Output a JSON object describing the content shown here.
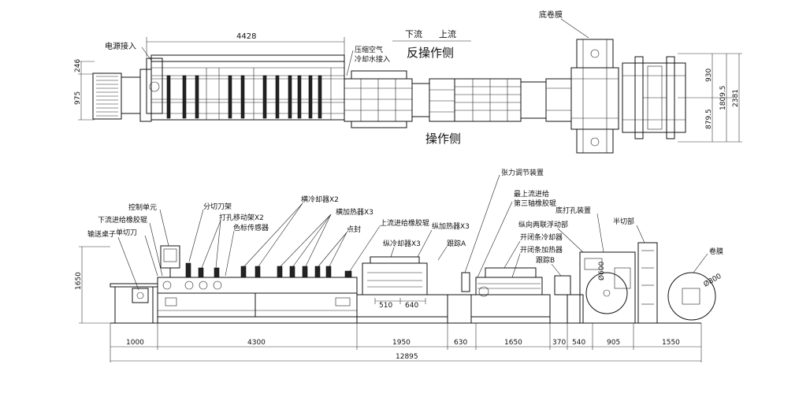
{
  "plan_view": {
    "dim_top": "4428",
    "dim_left_upper": "246",
    "dim_left_lower": "975",
    "dim_right_930": "930",
    "dim_right_1809": "1809.5",
    "dim_right_879": "879.5",
    "dim_right_total": "2381",
    "flow_downstream": "下流",
    "flow_upstream": "上流",
    "reverse_operation_side": "反操作侧",
    "operation_side": "操作侧",
    "labels": {
      "power_input": "电源接入",
      "compressed_air": "压缩空气",
      "cooling_water": "冷却水接入",
      "bottom_film": "底卷膜"
    }
  },
  "elevation_view": {
    "height_dim": "1650",
    "labels": {
      "control_unit": "控制单元",
      "downstream_rubber_roll": "下流进给橡胶辊",
      "conveyor_table": "输送桌子",
      "single_cutter": "单切刀",
      "slitting_knife_frame": "分切刀架",
      "punch_mover": "打孔移动架X2",
      "color_mark_sensor": "色标传感器",
      "cross_cooler": "横冷却器X2",
      "cross_heater": "横加热器X3",
      "spot_seal": "点封",
      "upstream_rubber_roll": "上流进给橡胶辊",
      "longitudinal_cooler": "纵冷却器X3",
      "longitudinal_heater": "纵加热器X3",
      "tracking_a": "跟踪A",
      "tension_adjuster": "张力调节装置",
      "most_upstream_feed": "最上流进给",
      "third_rubber_roll": "第三轴橡胶辊",
      "bottom_punch": "底打孔装置",
      "dancer_float": "纵向两联浮动部",
      "open_close_cooler": "开闭条冷却器",
      "open_close_heater": "开闭条加热器",
      "tracking_b": "跟踪B",
      "half_cut": "半切部",
      "roll_film": "卷膜",
      "dia_600": "Ø600",
      "dia_800": "Ø800",
      "dim_510": "510",
      "dim_640": "640"
    },
    "bottom_dims": [
      "1000",
      "4300",
      "1950",
      "630",
      "1650",
      "370",
      "540",
      "905",
      "1550"
    ],
    "total_length": "12895"
  }
}
